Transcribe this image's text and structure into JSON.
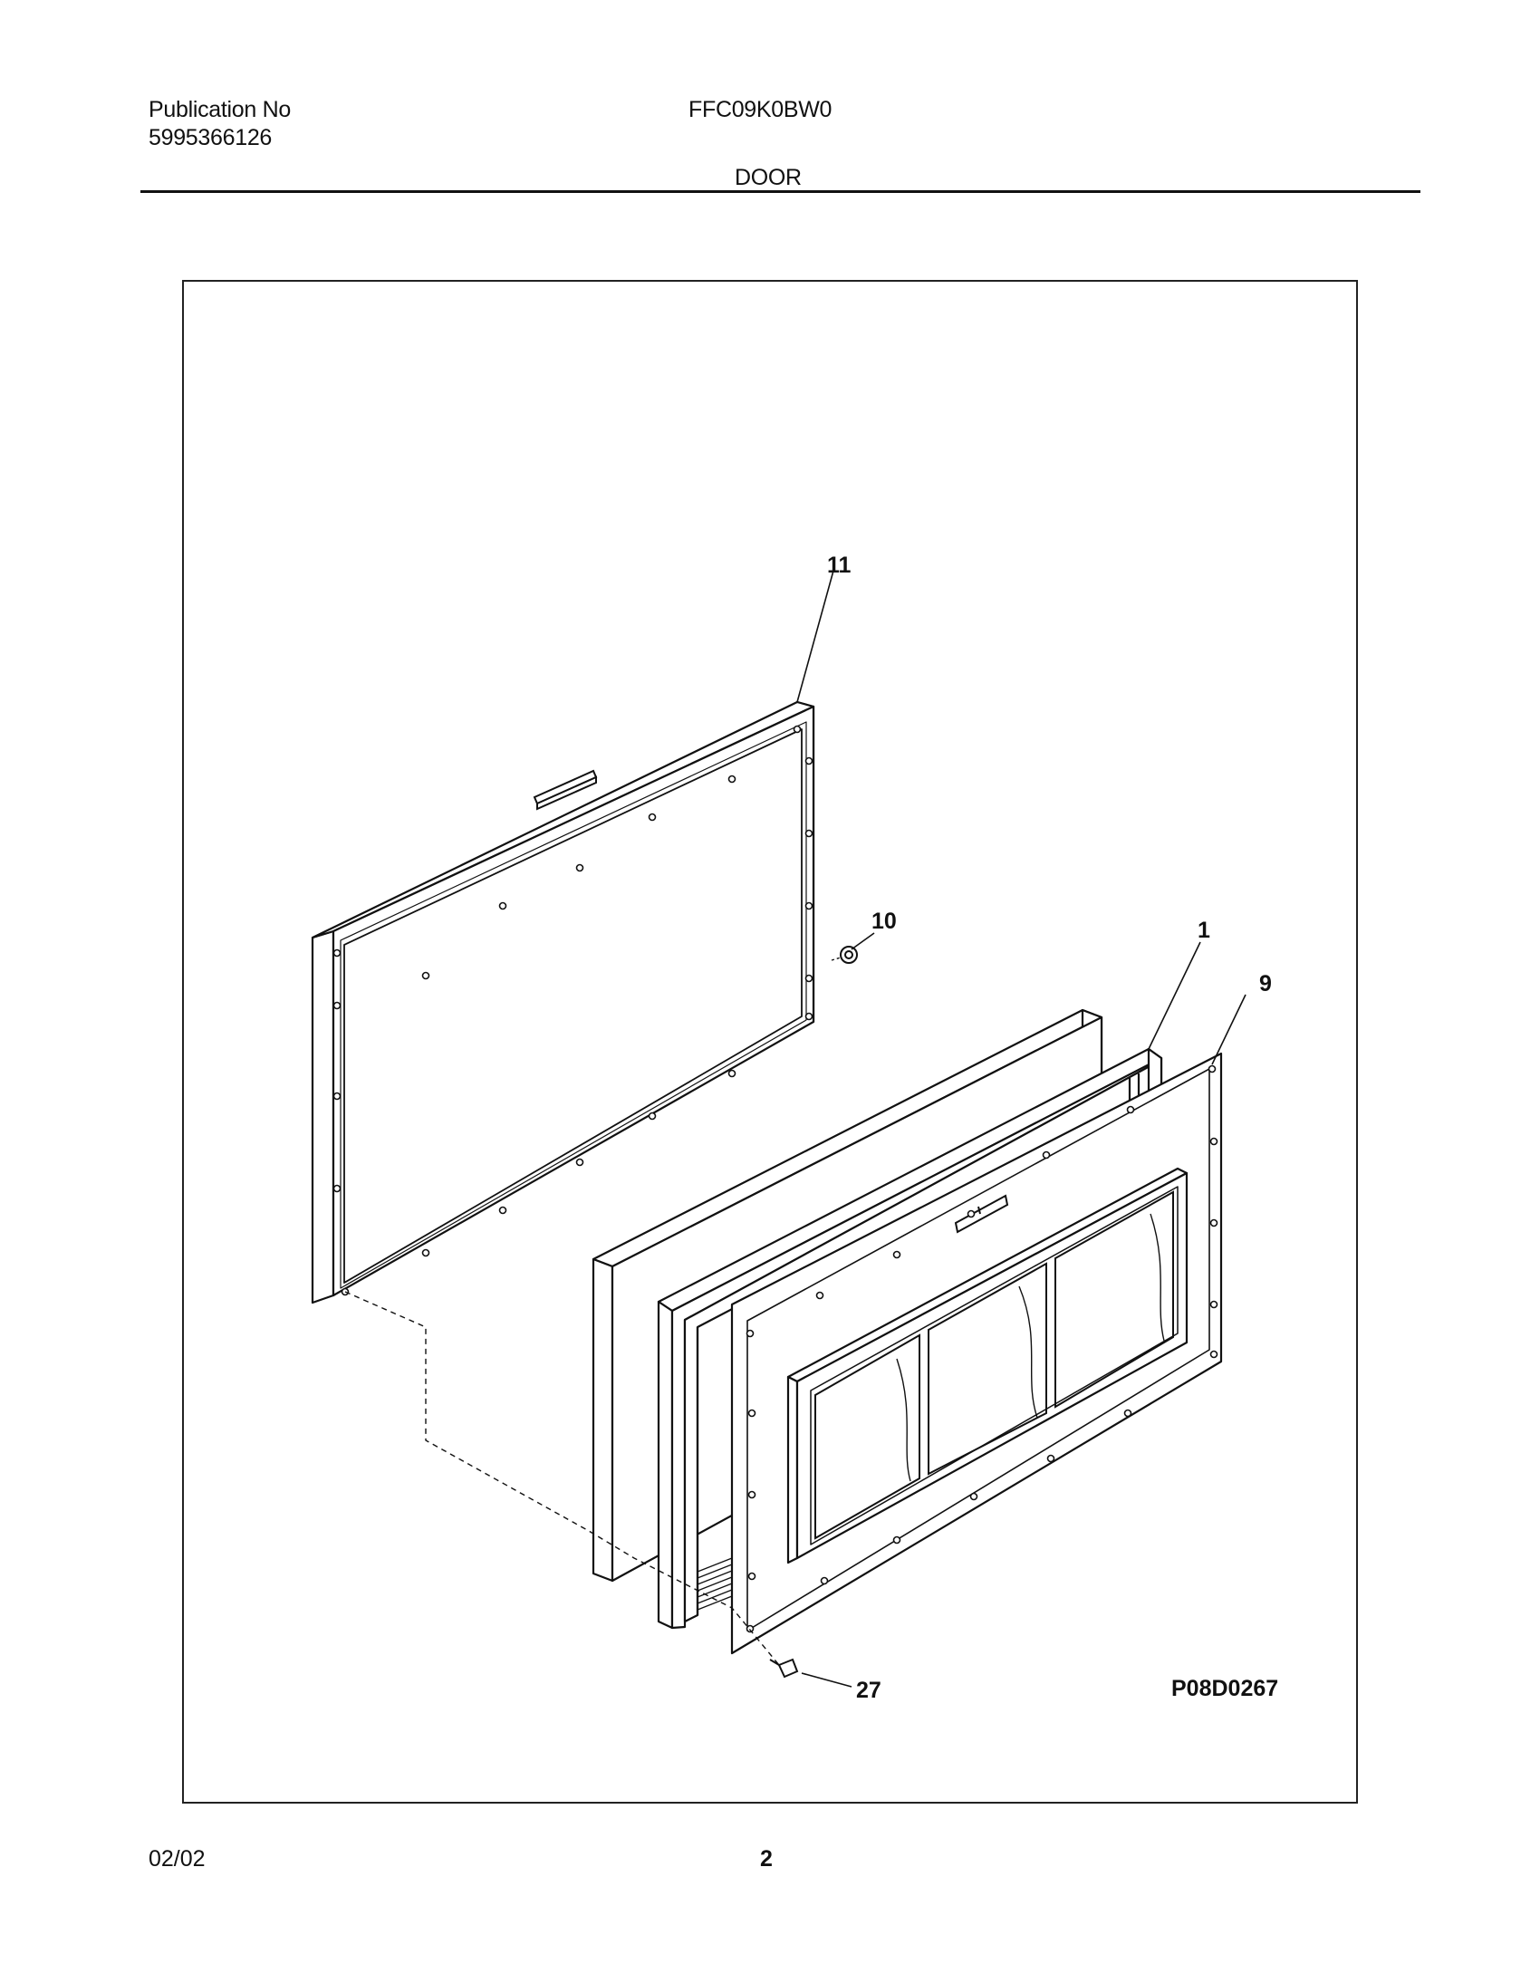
{
  "header": {
    "publication_label": "Publication No",
    "publication_number": "5995366126",
    "model": "FFC09K0BW0",
    "section": "DOOR"
  },
  "diagram": {
    "callouts": {
      "part_11": "11",
      "part_10": "10",
      "part_1": "1",
      "part_9": "9",
      "part_27": "27"
    },
    "figure_code": "P08D0267"
  },
  "footer": {
    "date": "02/02",
    "page": "2"
  }
}
